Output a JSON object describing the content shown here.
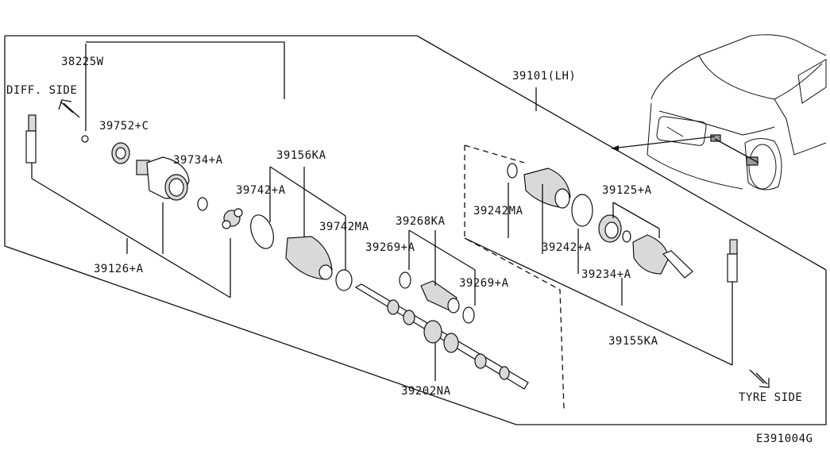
{
  "diagram_code": "E391004G",
  "labels": {
    "diff_side": "DIFF. SIDE",
    "tyre_side": "TYRE SIDE",
    "p38225W": "38225W",
    "p39752C": "39752+C",
    "p39734A": "39734+A",
    "p39156KA": "39156KA",
    "p39742A": "39742+A",
    "p39742MA": "39742MA",
    "p39126A": "39126+A",
    "p39268KA": "39268KA",
    "p39269A_1": "39269+A",
    "p39269A_2": "39269+A",
    "p39202NA": "39202NA",
    "p39101LH": "39101(LH)",
    "p39242MA": "39242MA",
    "p39125A": "39125+A",
    "p39242A": "39242+A",
    "p39234A": "39234+A",
    "p39155KA": "39155KA"
  },
  "icons": [
    "arrow-diff-side-icon",
    "arrow-tyre-side-icon",
    "vehicle-icon"
  ]
}
